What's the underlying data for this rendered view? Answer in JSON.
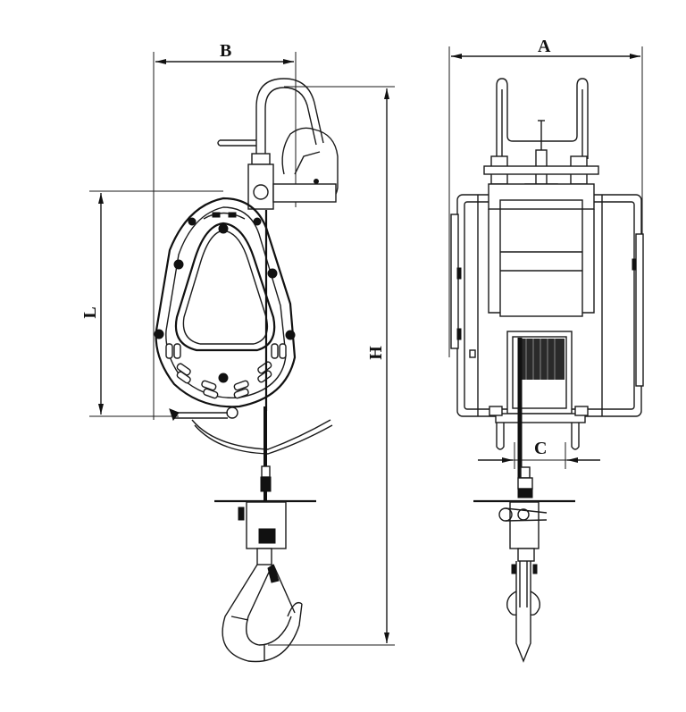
{
  "diagram": {
    "type": "technical-drawing",
    "subject": "electric wire rope hoist with hook",
    "views": [
      {
        "name": "side-view",
        "label": ""
      },
      {
        "name": "front-view",
        "label": ""
      }
    ],
    "dimensions": {
      "A": {
        "label": "A",
        "meaning": "overall width (front view)"
      },
      "B": {
        "label": "B",
        "meaning": "overall depth (side view)"
      },
      "C": {
        "label": "C",
        "meaning": "rope offset width (front view)"
      },
      "H": {
        "label": "H",
        "meaning": "overall height, top hook to bottom hook"
      },
      "L": {
        "label": "L",
        "meaning": "body height (side view)"
      }
    },
    "colors": {
      "line": "#1a1a1a",
      "background": "#ffffff"
    }
  }
}
